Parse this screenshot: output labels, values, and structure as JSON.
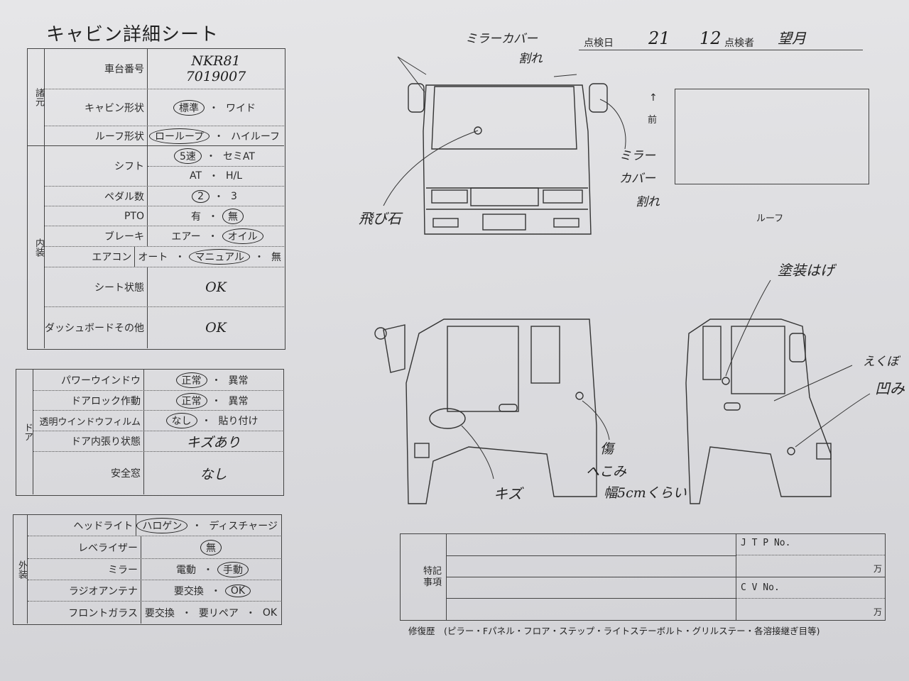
{
  "title": "キャビン詳細シート",
  "header": {
    "date_label": "点検日",
    "date_year": "21",
    "date_month": "12",
    "inspector_label": "点検者",
    "inspector": "望月"
  },
  "tables": [
    {
      "id": "specs-interior",
      "sections": [
        {
          "label": "諸元",
          "rows": [
            {
              "label": "車台番号",
              "handwritten": [
                "NKR81",
                "7019007"
              ]
            },
            {
              "label": "キャビン形状",
              "lines": [
                [
                  {
                    "t": "標準",
                    "c": true
                  },
                  {
                    "t": "ワイド"
                  }
                ]
              ]
            },
            {
              "label": "ルーフ形状",
              "lines": [
                [
                  {
                    "t": "ローループ",
                    "c": true
                  },
                  {
                    "t": "ハイルーフ"
                  }
                ]
              ]
            }
          ]
        },
        {
          "label": "内装",
          "rows": [
            {
              "label": "シフト",
              "lines": [
                [
                  {
                    "t": "5速",
                    "c": true
                  },
                  {
                    "t": "セミAT"
                  }
                ],
                [
                  {
                    "t": "AT"
                  },
                  {
                    "t": "H/L"
                  }
                ]
              ]
            },
            {
              "label": "ペダル数",
              "lines": [
                [
                  {
                    "t": "2",
                    "c": true
                  },
                  {
                    "t": "3"
                  }
                ]
              ]
            },
            {
              "label": "PTO",
              "lines": [
                [
                  {
                    "t": "有"
                  },
                  {
                    "t": "無",
                    "c": true
                  }
                ]
              ]
            },
            {
              "label": "ブレーキ",
              "lines": [
                [
                  {
                    "t": "エアー"
                  },
                  {
                    "t": "オイル",
                    "c": true
                  }
                ]
              ]
            },
            {
              "label": "エアコン",
              "lines": [
                [
                  {
                    "t": "オート"
                  },
                  {
                    "t": "マニュアル",
                    "c": true
                  },
                  {
                    "t": "無"
                  }
                ]
              ]
            },
            {
              "label": "シート状態",
              "handwritten": [
                "OK"
              ]
            },
            {
              "label": "ダッシュボードその他",
              "handwritten": [
                "OK"
              ]
            }
          ]
        }
      ]
    },
    {
      "id": "door",
      "sections": [
        {
          "label": "ドア",
          "rows": [
            {
              "label": "パワーウインドウ",
              "lines": [
                [
                  {
                    "t": "正常",
                    "c": true
                  },
                  {
                    "t": "異常"
                  }
                ]
              ]
            },
            {
              "label": "ドアロック作動",
              "lines": [
                [
                  {
                    "t": "正常",
                    "c": true
                  },
                  {
                    "t": "異常"
                  }
                ]
              ]
            },
            {
              "label": "透明ウインドウフィルム",
              "lines": [
                [
                  {
                    "t": "なし",
                    "c": true
                  },
                  {
                    "t": "貼り付け"
                  }
                ]
              ]
            },
            {
              "label": "ドア内張り状態",
              "handwritten": [
                "キズあり"
              ]
            },
            {
              "label": "安全窓",
              "handwritten": [
                "なし"
              ]
            }
          ]
        }
      ]
    },
    {
      "id": "exterior",
      "sections": [
        {
          "label": "外装",
          "rows": [
            {
              "label": "ヘッドライト",
              "lines": [
                [
                  {
                    "t": "ハロゲン",
                    "c": true
                  },
                  {
                    "t": "ディスチャージ"
                  }
                ]
              ]
            },
            {
              "label": "レベライザー",
              "lines": [
                [
                  {
                    "t": "無",
                    "c": true
                  }
                ]
              ]
            },
            {
              "label": "ミラー",
              "lines": [
                [
                  {
                    "t": "電動"
                  },
                  {
                    "t": "手動",
                    "c": true
                  }
                ]
              ]
            },
            {
              "label": "ラジオアンテナ",
              "lines": [
                [
                  {
                    "t": "要交換"
                  },
                  {
                    "t": "OK",
                    "c": true
                  }
                ]
              ]
            },
            {
              "label": "フロントガラス",
              "lines": [
                [
                  {
                    "t": "要交換"
                  },
                  {
                    "t": "要リペア"
                  },
                  {
                    "t": "OK"
                  }
                ]
              ]
            }
          ]
        }
      ]
    }
  ],
  "diagram": {
    "front_arrow": "↑",
    "front_label": "前",
    "roof_label": "ルーフ",
    "notes": {
      "mirror_left": [
        "ミラーカバー",
        "割れ"
      ],
      "mirror_right": [
        "ミラー",
        "カバー",
        "割れ"
      ],
      "chip": "飛び石",
      "paint": "塗装はげ",
      "dimple": "えくぼ",
      "dent": "凹み",
      "scratch": "キズ",
      "damage": [
        "傷",
        "へこみ",
        "幅5cmくらい"
      ]
    }
  },
  "remarks": {
    "label": "特記事項",
    "jtp_label": "J T P No.",
    "cv_label": "C V No.",
    "unit": "万"
  },
  "footer": "修復歴　(ピラー・Fパネル・フロア・ステップ・ライトステーボルト・グリルステー・各溶接継ぎ目等)"
}
